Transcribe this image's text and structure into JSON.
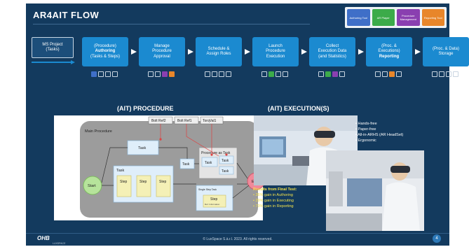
{
  "slide": {
    "title": "AR4AIT FLOW",
    "legend": [
      {
        "label": "Authoring Tool",
        "color": "#3f6fc8"
      },
      {
        "label": "AR Player",
        "color": "#3cab4a"
      },
      {
        "label": "Procedure Management",
        "color": "#8a3fb0"
      },
      {
        "label": "Reporting Tool",
        "color": "#e8862a"
      }
    ],
    "flow": {
      "ms_project": [
        "MS Project",
        "(Tasks)"
      ],
      "steps": [
        {
          "lines": [
            "(Procedure)",
            "Authoring",
            "(Tasks & Steps)"
          ],
          "bold": 1,
          "chips": [
            "#3f6fc8",
            "",
            "",
            ""
          ]
        },
        {
          "lines": [
            "Manage",
            "Procedure",
            "Approval"
          ],
          "bold": -1,
          "chips": [
            "",
            "",
            "#8a3fb0",
            "#e8862a"
          ]
        },
        {
          "lines": [
            "Schedule &",
            "Assign Roles"
          ],
          "bold": -1,
          "chips": [
            "",
            "",
            "",
            ""
          ]
        },
        {
          "lines": [
            "Launch",
            "Procedure",
            "Execution"
          ],
          "bold": -1,
          "chips": [
            "",
            "#3cab4a",
            "",
            ""
          ]
        },
        {
          "lines": [
            "Collect",
            "Execution Data",
            "(and Statistics)"
          ],
          "bold": -1,
          "chips": [
            "",
            "#3cab4a",
            "#8a3fb0",
            ""
          ]
        },
        {
          "lines": [
            "(Proc. &",
            "Executions)",
            "Reporting"
          ],
          "bold": 2,
          "chips": [
            "",
            "",
            "#e8862a",
            ""
          ]
        },
        {
          "lines": [
            "(Proc. & Data)",
            "Storage"
          ],
          "bold": -1,
          "chips": [
            "",
            "",
            "",
            ""
          ]
        }
      ]
    },
    "procedure_title": "(AIT) PROCEDURE",
    "execution_title": "(AIT) EXECUTION(S)",
    "diagram": {
      "tags": [
        "Bolt Ref2",
        "Bolt Ref1",
        "TorqVal1"
      ],
      "main_label": "Main Procedure",
      "task": "Task",
      "step": "Step",
      "start": "Start",
      "end": "End",
      "proc_as_task": "Procedure as Task",
      "single_step": "Single Step Task",
      "ref_note": "Ref. Information"
    },
    "bullets": [
      "Hands-free",
      "Paper-free",
      "All-in-ARHS (AR HeadSet)",
      "Ergonomic"
    ],
    "results": {
      "title": "Results from Final Test:",
      "items": [
        "26% gain in Authoring",
        "29% gain in Executing",
        "73% gain in Reporting"
      ]
    },
    "footer": "© LuxSpace S.à.r.l. 2023. All rights reserved.",
    "page_number": "4",
    "logo": "OHB",
    "logo_sub": "LUXSPACE"
  }
}
